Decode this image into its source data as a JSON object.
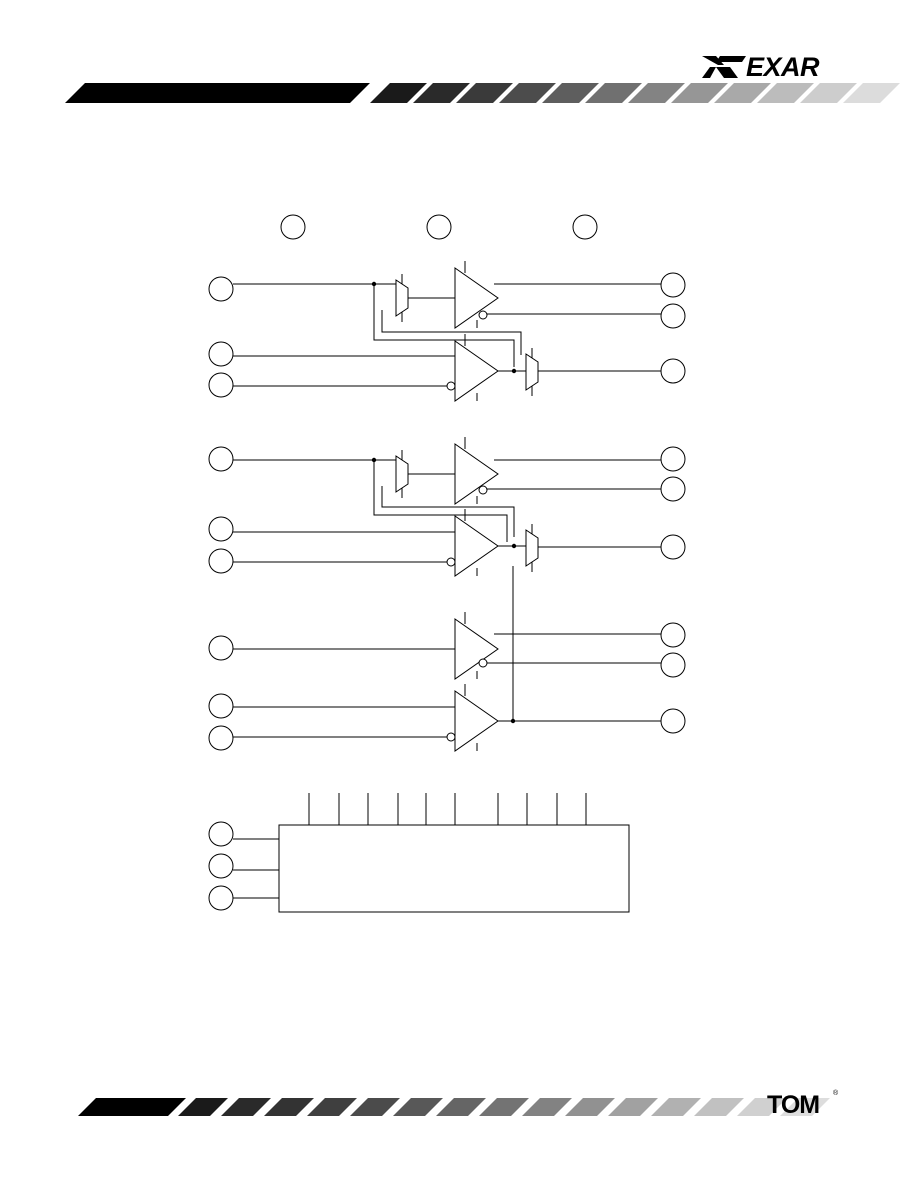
{
  "header": {
    "logo_text": "EXAR",
    "stripe_colors": [
      "#1a1a1a",
      "#2a2a2a",
      "#3a3a3a",
      "#4c4c4c",
      "#5e5e5e",
      "#707070",
      "#838383",
      "#969696",
      "#a9a9a9",
      "#bcbcbc",
      "#cdcdcd",
      "#dcdcdc"
    ]
  },
  "footer": {
    "logo_text": "TOM",
    "logo_mark": "®",
    "stripe_colors": [
      "#1a1a1a",
      "#2a2a2a",
      "#333333",
      "#3f3f3f",
      "#4b4b4b",
      "#585858",
      "#656565",
      "#737373",
      "#828282",
      "#919191",
      "#a1a1a1",
      "#b1b1b1",
      "#c1c1c1",
      "#d0d0d0",
      "#dddddd"
    ]
  },
  "diagram": {
    "line_color": "#000000",
    "top_pins": 3,
    "sections": [
      {
        "inputs": 3,
        "outputs": 3,
        "buffers": 2,
        "muxes": 2
      },
      {
        "inputs": 3,
        "outputs": 3,
        "buffers": 2,
        "muxes": 2
      },
      {
        "inputs": 3,
        "outputs": 3,
        "buffers": 2,
        "muxes": 0
      }
    ],
    "control_block": {
      "inputs": 3,
      "control_lines": 10
    }
  }
}
